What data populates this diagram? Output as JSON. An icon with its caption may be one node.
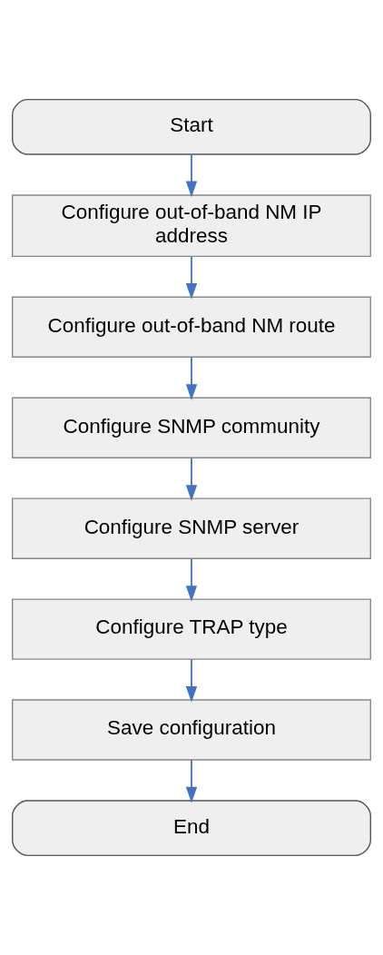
{
  "diagram": {
    "nodes": [
      {
        "text": [
          "Start"
        ]
      },
      {
        "text": [
          "Configure out-of-band NM IP address"
        ]
      },
      {
        "text": [
          "Configure out-of-band NM route"
        ]
      },
      {
        "text": [
          "Configure SNMP community"
        ]
      },
      {
        "text": [
          "Configure SNMP server"
        ]
      },
      {
        "text": [
          "Configure TRAP type"
        ]
      },
      {
        "text": [
          "Save configuration"
        ]
      },
      {
        "text": [
          "End"
        ]
      }
    ],
    "edges": [
      {
        "from": 0,
        "to": 1,
        "arrow": "to"
      },
      {
        "from": 1,
        "to": 2,
        "arrow": "to"
      },
      {
        "from": 2,
        "to": 3,
        "arrow": "to"
      },
      {
        "from": 3,
        "to": 4,
        "arrow": "to"
      },
      {
        "from": 4,
        "to": 5,
        "arrow": "to"
      },
      {
        "from": 5,
        "to": 6,
        "arrow": "to"
      },
      {
        "from": 6,
        "to": 7,
        "arrow": "to"
      }
    ]
  }
}
